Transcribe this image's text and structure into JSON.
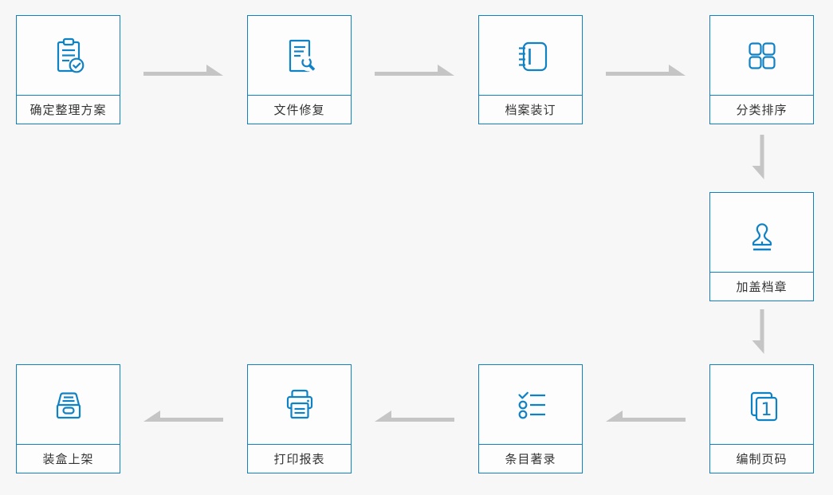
{
  "flow": {
    "steps": [
      {
        "label": "确定整理方案",
        "icon": "clipboard-check-icon"
      },
      {
        "label": "文件修复",
        "icon": "document-wrench-icon"
      },
      {
        "label": "档案装订",
        "icon": "notebook-binding-icon"
      },
      {
        "label": "分类排序",
        "icon": "grid-sort-icon"
      },
      {
        "label": "加盖档章",
        "icon": "stamp-icon"
      },
      {
        "label": "编制页码",
        "icon": "numbered-pages-icon",
        "badge": "1"
      },
      {
        "label": "条目著录",
        "icon": "checklist-icon"
      },
      {
        "label": "打印报表",
        "icon": "printer-icon"
      },
      {
        "label": "装盒上架",
        "icon": "archive-box-icon"
      }
    ]
  },
  "colors": {
    "accent_blue": "#0f82c6",
    "arrow_gray": "#c5c5c5",
    "page_background": "#f7f7f7",
    "box_background": "#fdfdfd",
    "label_text": "#333333"
  }
}
